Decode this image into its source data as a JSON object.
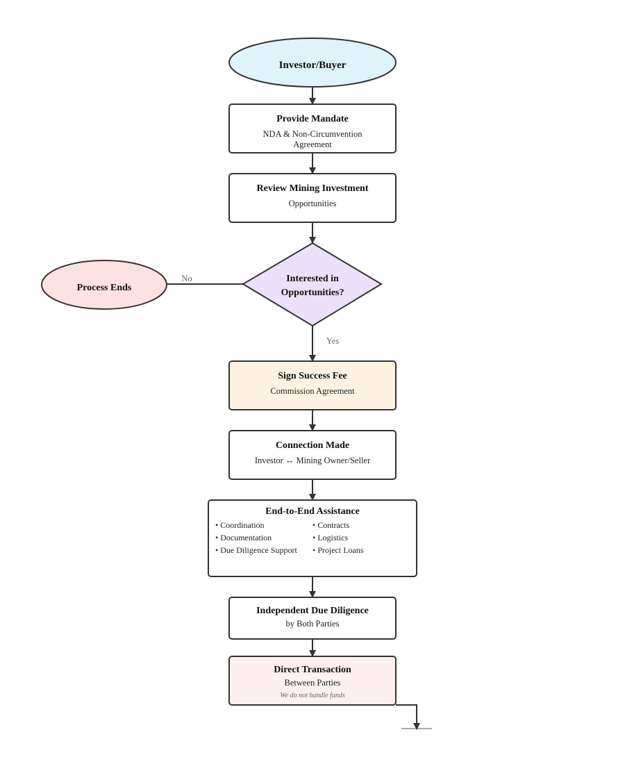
{
  "nodes": {
    "investor": {
      "title": "Investor/Buyer",
      "fill": "#dff3fc"
    },
    "mandate": {
      "title": "Provide Mandate",
      "line1": "NDA & Non-Circumvention",
      "line2": "Agreement"
    },
    "review": {
      "title": "Review Mining Investment",
      "line1": "Opportunities"
    },
    "decision": {
      "line1": "Interested in",
      "line2": "Opportunities?",
      "fill": "#ece0fb"
    },
    "process_ends": {
      "title": "Process Ends",
      "fill": "#fde2e2"
    },
    "success_fee": {
      "title": "Sign Success Fee",
      "line1": "Commission Agreement",
      "fill": "#fef3e2"
    },
    "connection": {
      "title": "Connection Made",
      "line1": "Investor ↔ Mining Owner/Seller"
    },
    "assistance": {
      "title": "End-to-End Assistance",
      "left_items": [
        "• Coordination",
        "• Documentation",
        "• Due Diligence Support"
      ],
      "right_items": [
        "• Contracts",
        "• Logistics",
        "• Project Loans"
      ]
    },
    "due_diligence": {
      "title": "Independent Due Diligence",
      "line1": "by Both Parties"
    },
    "transaction": {
      "title": "Direct Transaction",
      "line1": "Between Parties",
      "note": "We do not handle funds",
      "fill": "#fef0f0"
    }
  },
  "edges": {
    "no_label": "No",
    "yes_label": "Yes"
  }
}
